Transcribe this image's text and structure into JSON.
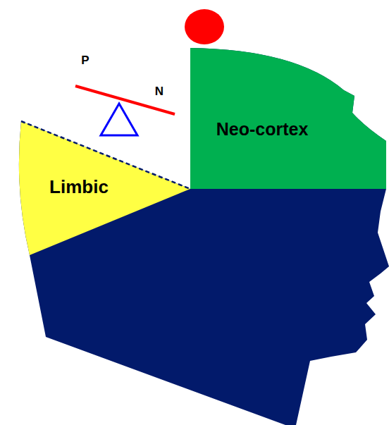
{
  "diagram": {
    "nodes": [
      {
        "text": [
          "Limbic"
        ]
      },
      {
        "text": [
          "Neo-cortex"
        ]
      }
    ],
    "labels": [
      "P",
      "N"
    ]
  }
}
